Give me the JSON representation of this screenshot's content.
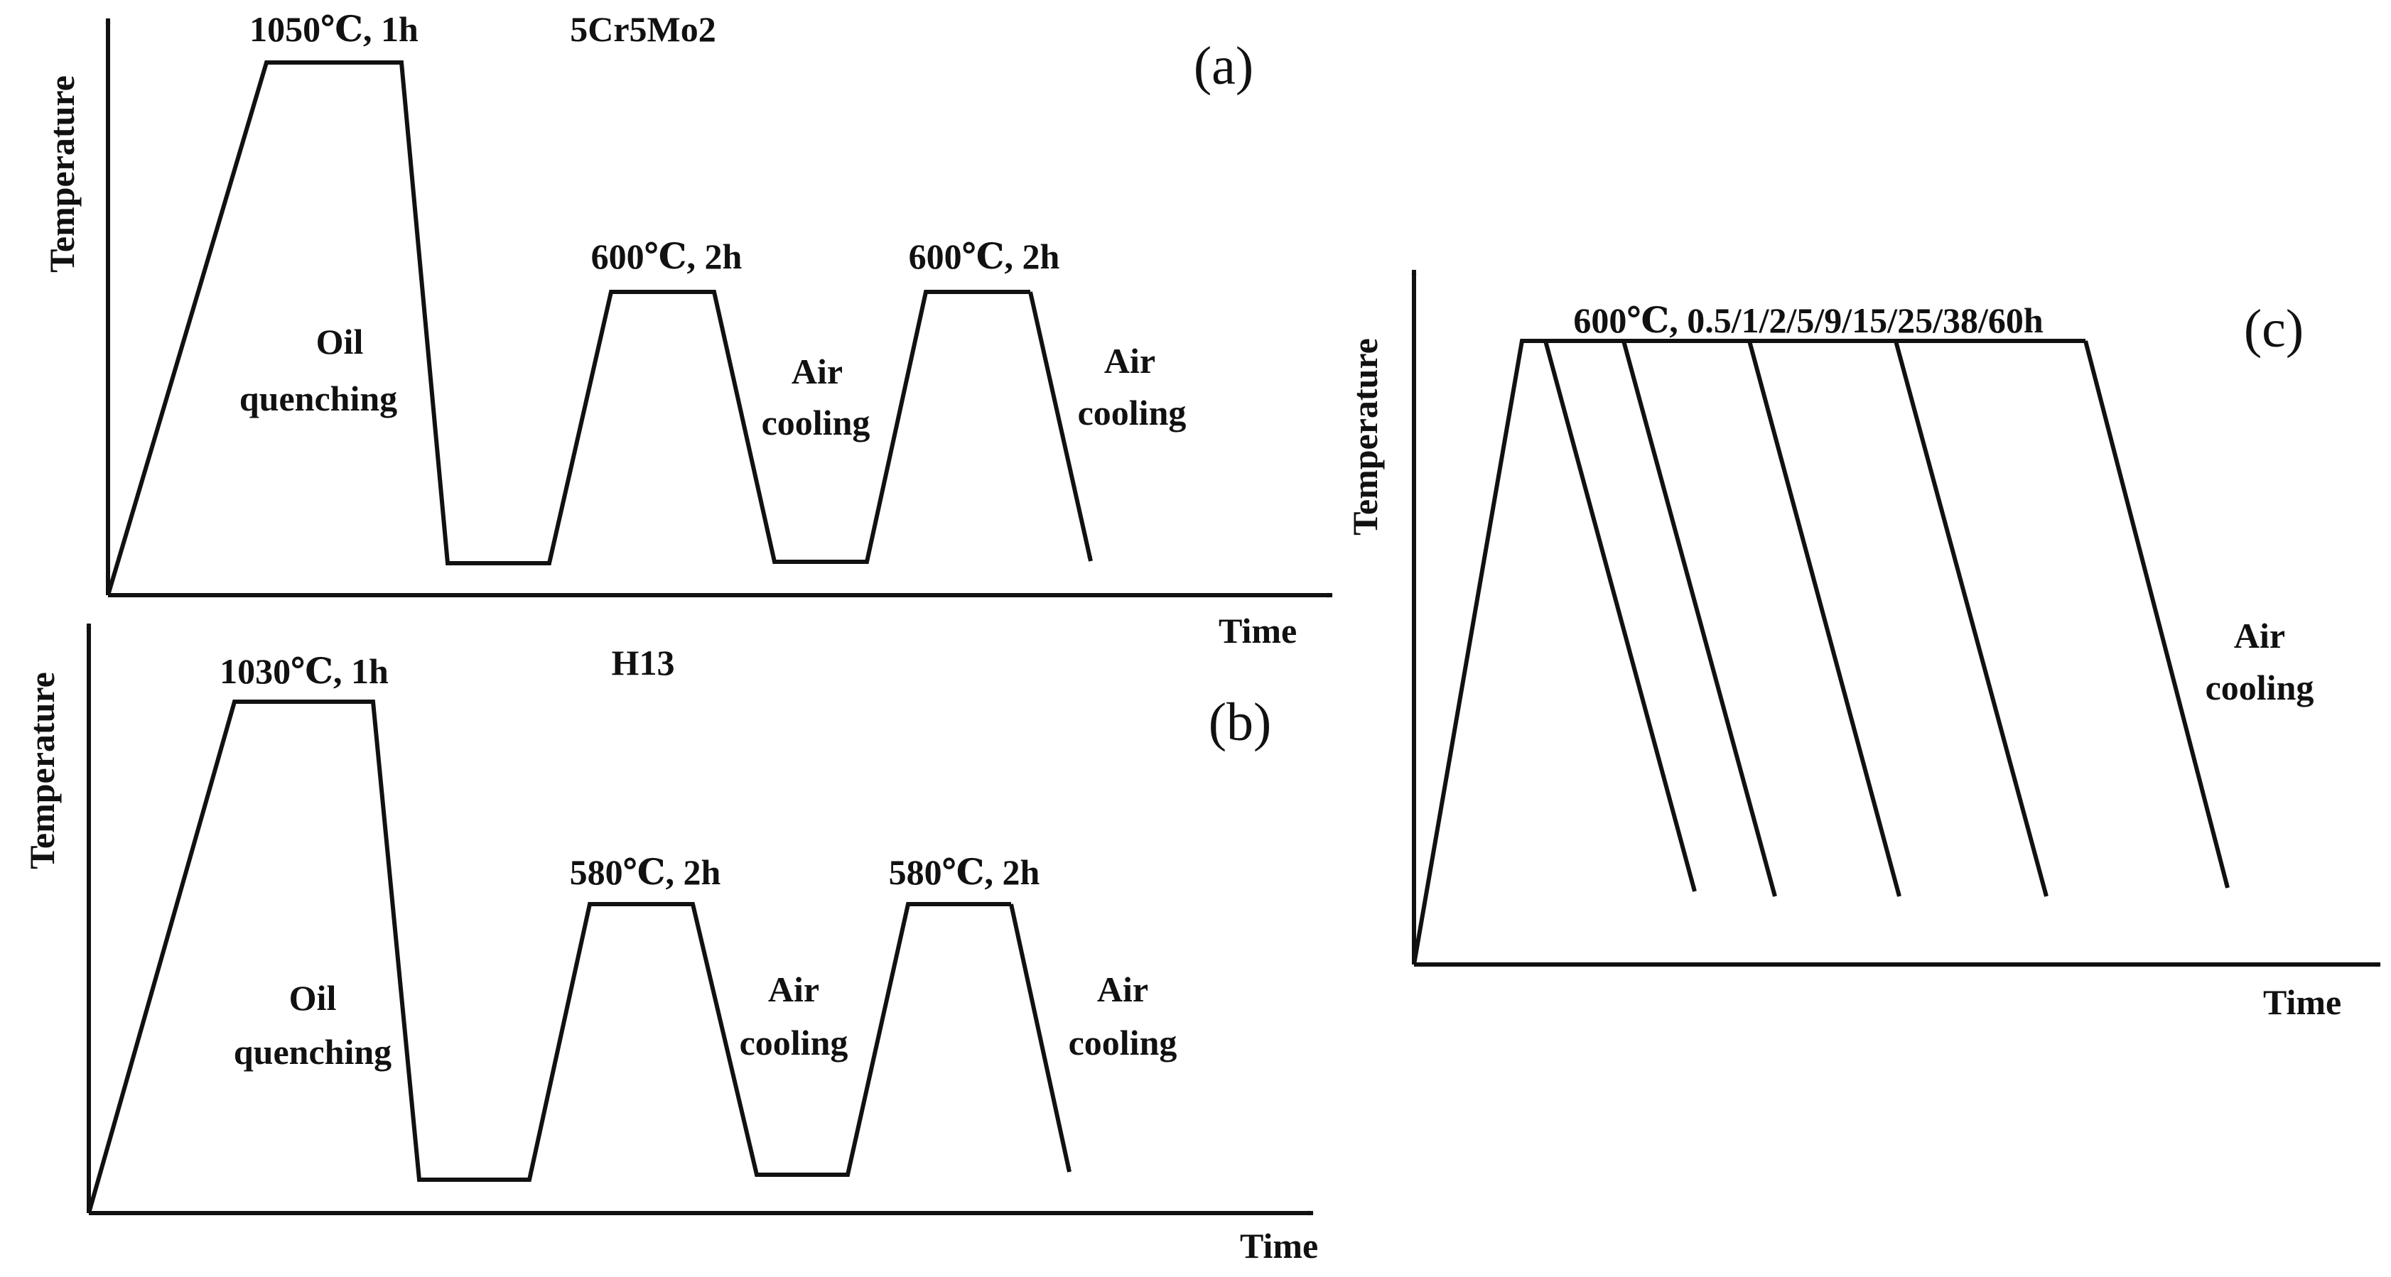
{
  "colors": {
    "line": "#111111",
    "background": "#ffffff"
  },
  "panel_a": {
    "tag": "(a)",
    "material": "5Cr5Mo2",
    "ylabel": "Temperature",
    "xlabel": "Time",
    "austenitize": "1050℃, 1h",
    "quench": [
      "Oil",
      "quenching"
    ],
    "temper1": "600℃, 2h",
    "temper2": "600℃, 2h",
    "cool1": [
      "Air",
      "cooling"
    ],
    "cool2": [
      "Air",
      "cooling"
    ]
  },
  "panel_b": {
    "tag": "(b)",
    "material": "H13",
    "ylabel": "Temperature",
    "xlabel": "Time",
    "austenitize": "1030℃, 1h",
    "quench": [
      "Oil",
      "quenching"
    ],
    "temper1": "580℃, 2h",
    "temper2": "580℃, 2h",
    "cool1": [
      "Air",
      "cooling"
    ],
    "cool2": [
      "Air",
      "cooling"
    ]
  },
  "panel_c": {
    "tag": "(c)",
    "ylabel": "Temperature",
    "xlabel": "Time",
    "hold": "600℃, 0.5/1/2/5/9/15/25/38/60h",
    "cool": [
      "Air",
      "cooling"
    ]
  }
}
